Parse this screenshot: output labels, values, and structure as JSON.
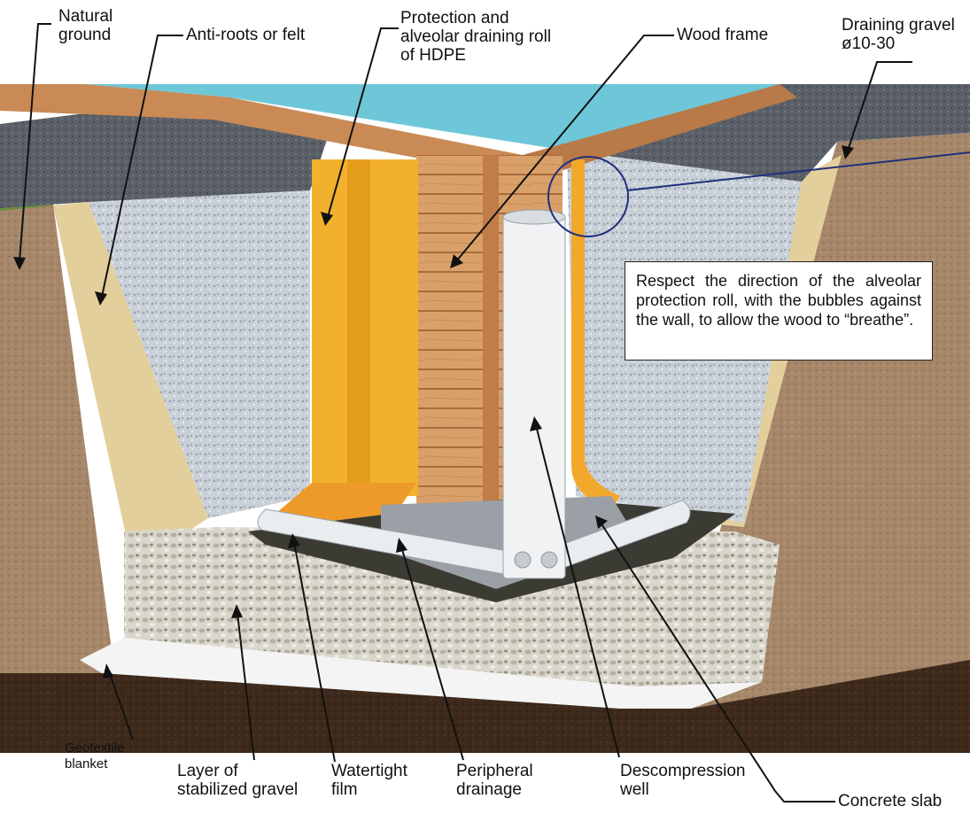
{
  "labels": {
    "natural_ground": "Natural\nground",
    "anti_roots": "Anti-roots or felt",
    "protection_roll": "Protection and\nalveolar draining roll\nof HDPE",
    "wood_frame": "Wood frame",
    "draining_gravel": "Draining gravel\nø10-30",
    "geotextile": "Geotextile\nblanket",
    "stabilized_gravel": "Layer of\nstabilized gravel",
    "watertight": "Watertight\nfilm",
    "peripheral": "Peripheral\ndrainage",
    "descompression": "Descompression\nwell",
    "concrete_slab": "Concrete slab"
  },
  "note": "Respect the direction of the alveolar protection roll, with the bubbles against the wall, to allow the wood to “breathe”."
}
